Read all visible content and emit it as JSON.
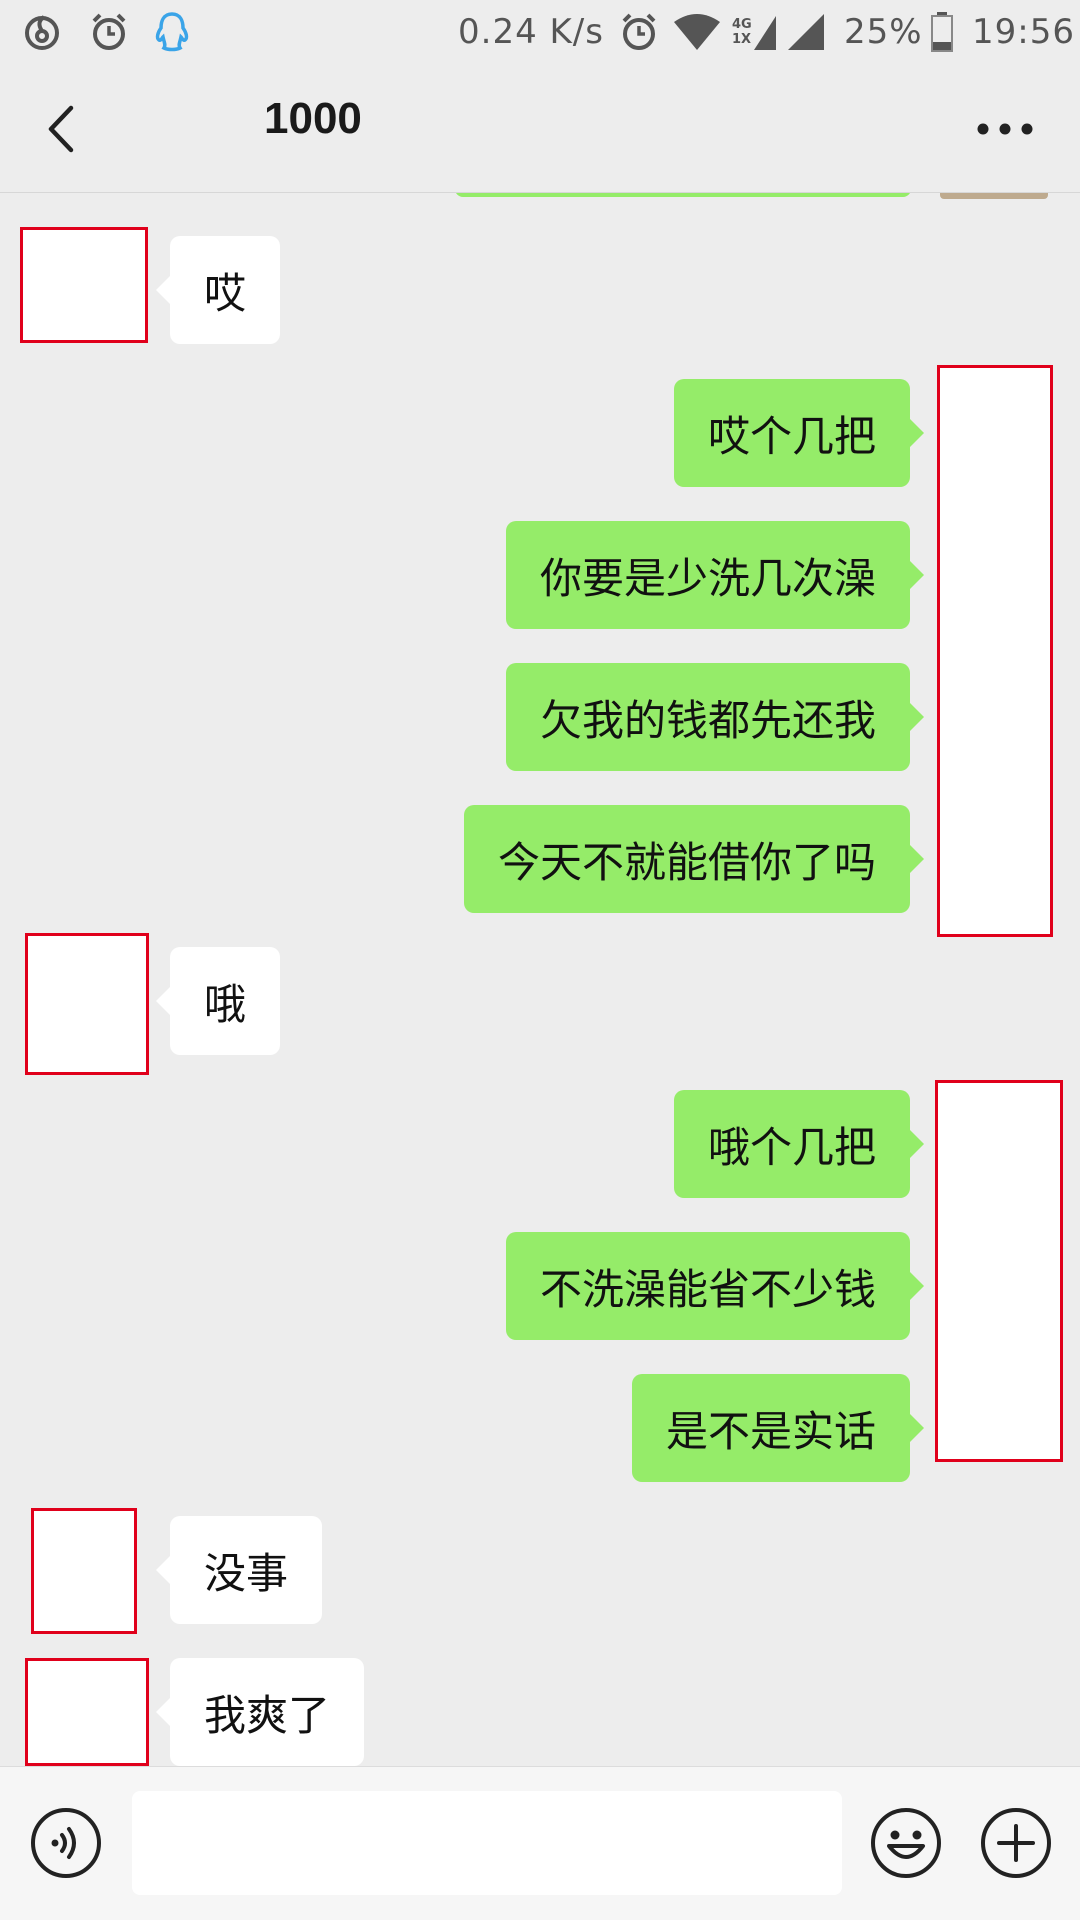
{
  "status_bar": {
    "speed": "0.24 K/s",
    "network_top": "4G",
    "network_bottom": "1X",
    "battery": "25%",
    "time": "19:56",
    "icons": [
      "netease-music-icon",
      "alarm-icon",
      "qq-icon",
      "alarm-icon",
      "wifi-icon",
      "signal-icon",
      "battery-icon"
    ]
  },
  "header": {
    "title": "1000",
    "back_icon": "chevron-left-icon",
    "more_icon": "more-dots-icon"
  },
  "messages": [
    {
      "side": "in",
      "text": "哎"
    },
    {
      "side": "out",
      "text": "哎个几把"
    },
    {
      "side": "out",
      "text": "你要是少洗几次澡"
    },
    {
      "side": "out",
      "text": "欠我的钱都先还我"
    },
    {
      "side": "out",
      "text": "今天不就能借你了吗"
    },
    {
      "side": "in",
      "text": "哦"
    },
    {
      "side": "out",
      "text": "哦个几把"
    },
    {
      "side": "out",
      "text": "不洗澡能省不少钱"
    },
    {
      "side": "out",
      "text": "是不是实话"
    },
    {
      "side": "in",
      "text": "没事"
    },
    {
      "side": "in",
      "text": "我爽了"
    }
  ],
  "input_bar": {
    "voice_icon": "voice-icon",
    "emoji_icon": "emoji-icon",
    "plus_icon": "plus-icon",
    "input_value": ""
  },
  "colors": {
    "background": "#ededed",
    "outgoing_bubble": "#95ec69",
    "incoming_bubble": "#ffffff",
    "avatar_redaction_border": "#e0001b"
  }
}
